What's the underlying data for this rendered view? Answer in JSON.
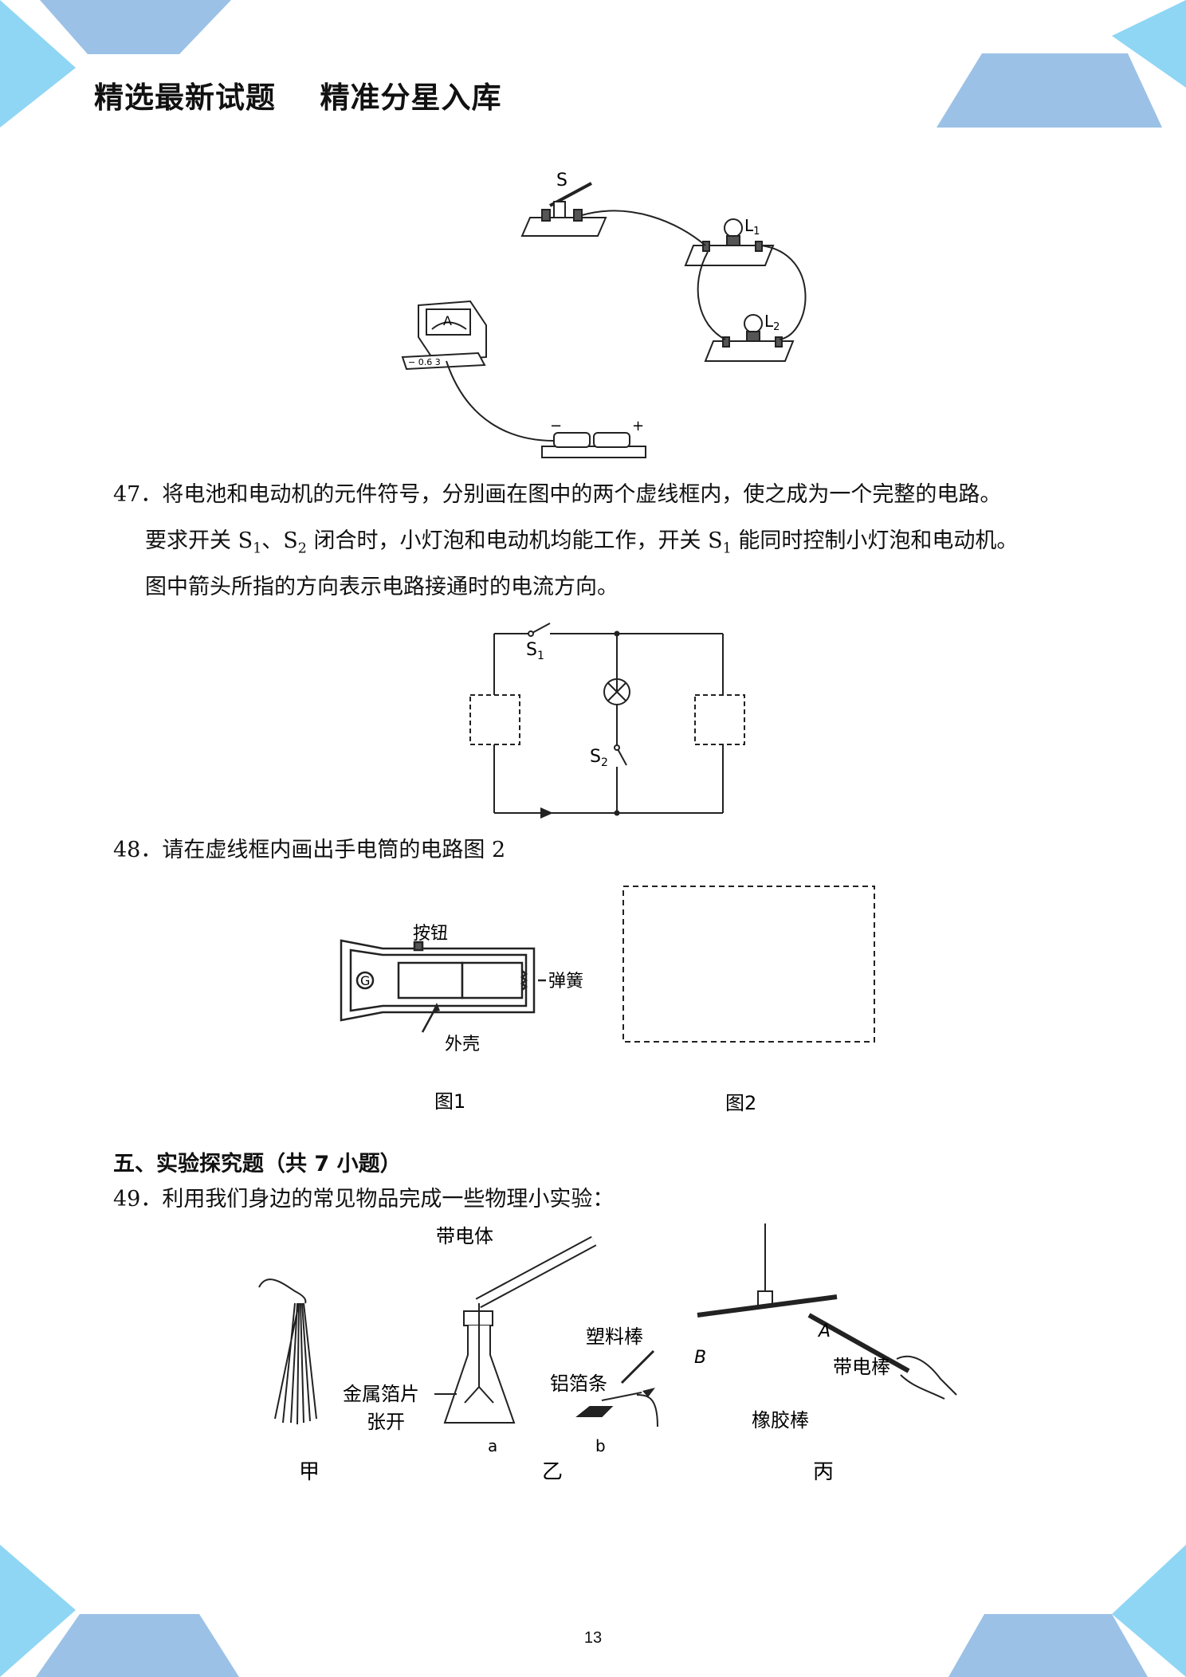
{
  "header": {
    "title": "精选最新试题    精准分星入库"
  },
  "figure1": {
    "label_s": "S",
    "label_l1": "L",
    "label_l1_sub": "1",
    "label_l2": "L",
    "label_l2_sub": "2",
    "ammeter_letter": "A",
    "ammeter_scale": "− 0.6  3",
    "battery_minus": "−",
    "battery_plus": "+"
  },
  "q47": {
    "number": "47．",
    "line1": "将电池和电动机的元件符号，分别画在图中的两个虚线框内，使之成为一个完整的电路。",
    "line2_a": "要求开关 S",
    "line2_sub1": "1",
    "line2_b": "、S",
    "line2_sub2": "2",
    "line2_c": " 闭合时，小灯泡和电动机均能工作，开关 S",
    "line2_sub3": "1",
    "line2_d": " 能同时控制小灯泡和电动机。",
    "line3": "图中箭头所指的方向表示电路接通时的电流方向。",
    "switch1": "S",
    "switch1_sub": "1",
    "switch2": "S",
    "switch2_sub": "2"
  },
  "q48": {
    "number": "48．",
    "text": "请在虚线框内画出手电筒的电路图 2",
    "button_label": "按钮",
    "spring_label": "弹簧",
    "shell_label": "外壳",
    "bulb_letter": "G",
    "fig1_caption": "图1",
    "fig2_caption": "图2"
  },
  "section5": {
    "title": "五、实验探究题（共 7 小题）"
  },
  "q49": {
    "number": "49．",
    "text": "利用我们身边的常见物品完成一些物理小实验：",
    "charged_body": "带电体",
    "foil_label": "金属箔片",
    "open_label": "张开",
    "plastic_rod": "塑料棒",
    "foil_strip": "铝箔条",
    "rubber_rod": "橡胶棒",
    "charged_rod": "带电棒",
    "label_A": "A",
    "label_B": "B",
    "label_a": "a",
    "label_b": "b",
    "cap_jia": "甲",
    "cap_yi": "乙",
    "cap_bing": "丙"
  },
  "footer": {
    "page": "13"
  },
  "colors": {
    "deco_light": "#8fd6f4",
    "deco_dark": "#9cc1e6"
  }
}
